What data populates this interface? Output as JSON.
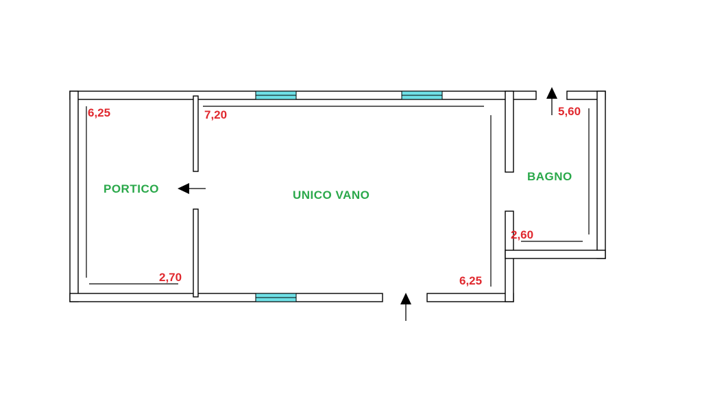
{
  "colors": {
    "room_label": "#2aa84a",
    "dimension_label": "#e0282e",
    "window_fill": "#6fe0e6",
    "wall_stroke": "#000000"
  },
  "rooms": {
    "portico": "PORTICO",
    "unico_vano": "UNICO VANO",
    "bagno": "BAGNO"
  },
  "dimensions": {
    "portico_length": "6,25",
    "portico_width": "2,70",
    "vano_length": "7,20",
    "vano_width": "6,25",
    "bagno_length": "5,60",
    "bagno_width": "2,60"
  }
}
